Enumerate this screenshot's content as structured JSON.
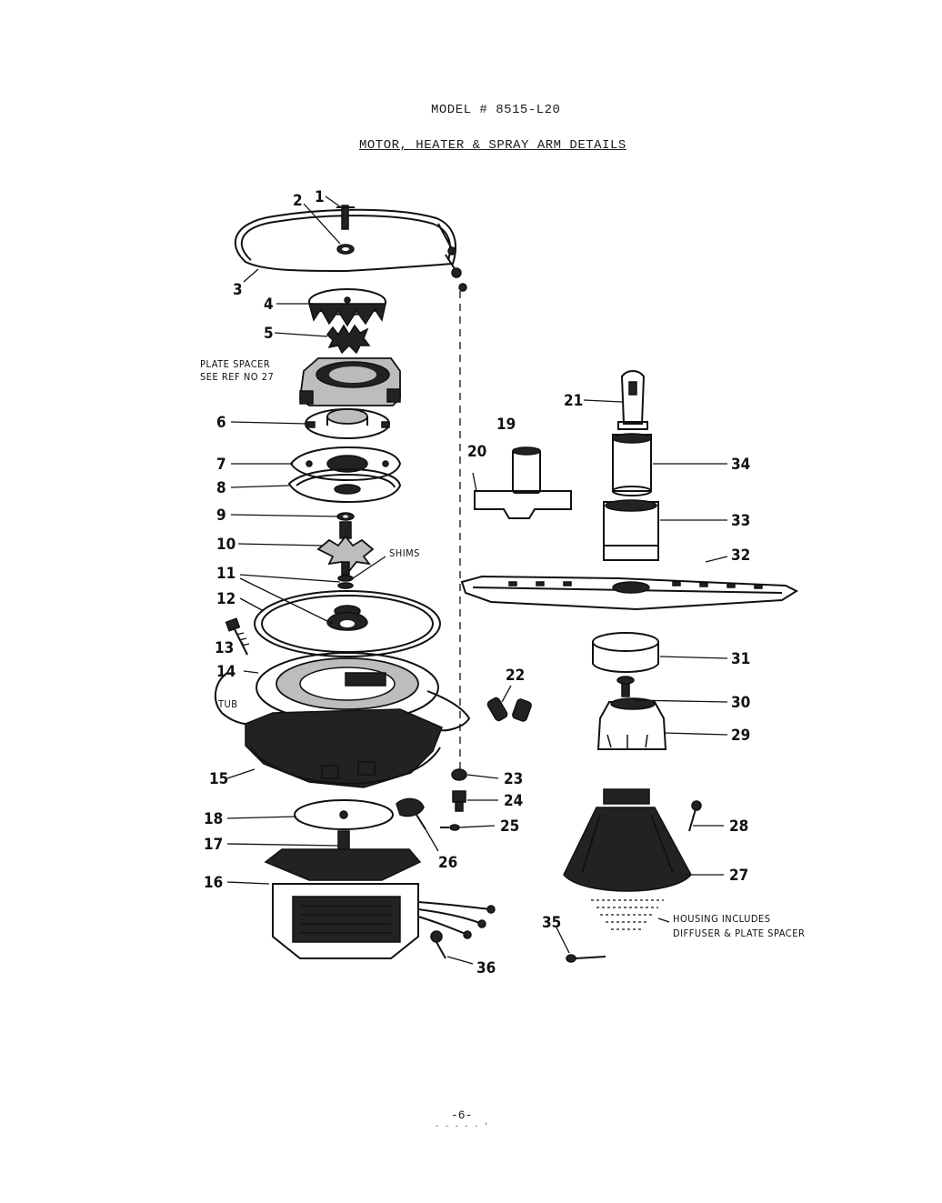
{
  "header": {
    "model": "MODEL # 8515-L20",
    "title": "MOTOR, HEATER & SPRAY ARM DETAILS"
  },
  "footer": {
    "page_number": "-6-",
    "noise": "- - - -  ·  ' "
  },
  "notes": {
    "plate_spacer_line1": "PLATE SPACER",
    "plate_spacer_line2": "SEE REF NO 27",
    "shims": "SHIMS",
    "tub": "TUB",
    "housing_line1": "HOUSING INCLUDES",
    "housing_line2": "DIFFUSER & PLATE SPACER"
  },
  "callouts": [
    "1",
    "2",
    "3",
    "4",
    "5",
    "6",
    "7",
    "8",
    "9",
    "10",
    "11",
    "12",
    "13",
    "14",
    "15",
    "16",
    "17",
    "18",
    "19",
    "20",
    "21",
    "22",
    "23",
    "24",
    "25",
    "26",
    "27",
    "28",
    "29",
    "30",
    "31",
    "32",
    "33",
    "34",
    "35",
    "36"
  ]
}
